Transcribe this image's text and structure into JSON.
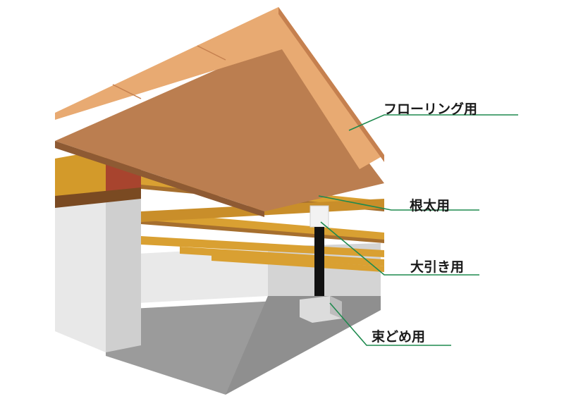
{
  "diagram": {
    "labels": {
      "flooring": "フローリング用",
      "neda": "根太用",
      "obiki": "大引き用",
      "tsuka": "束どめ用"
    },
    "colors": {
      "leader_line": "#1e8a4e",
      "floor_board_top": "#e8aa72",
      "floor_board_edge": "#c5804f",
      "subfloor_panel": "#bb7e50",
      "joist": "#d9a032",
      "joist_dark": "#a66f2e",
      "sill": "#d39a2a",
      "sill_end": "#a8442e",
      "foundation": "#e6e6e6",
      "foundation_shade": "#c9c9c9",
      "ground": "#9b9b9b",
      "post": "#111111",
      "footing": "#dcdcdc"
    }
  }
}
